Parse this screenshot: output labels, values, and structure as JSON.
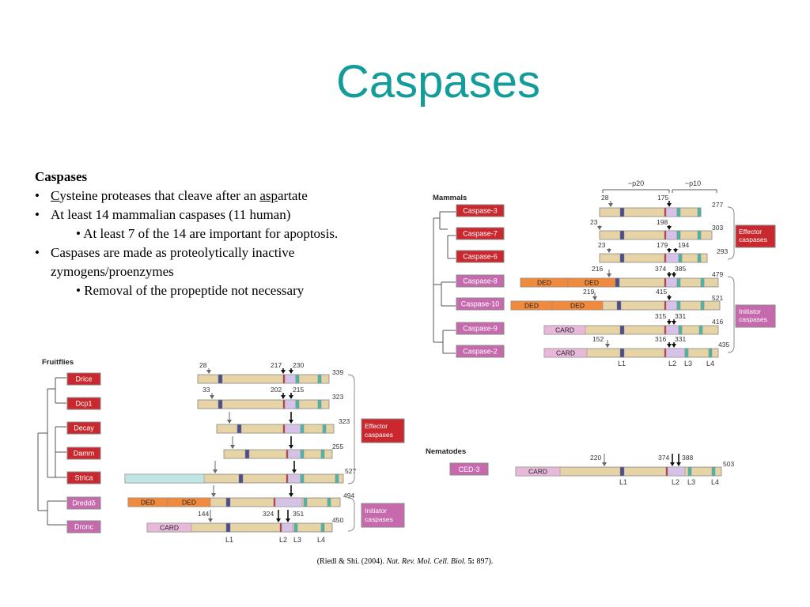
{
  "title": "Caspases",
  "text": {
    "heading": "Caspases",
    "bullet1_underlined_c": "C",
    "bullet1_mid": "ysteine proteases that cleave after an ",
    "bullet1_underlined_asp": "asp",
    "bullet1_end": "artate",
    "bullet2": "At least 14 mammalian caspases (11 human)",
    "sub1": "• At least 7 of the 14 are important for apoptosis.",
    "bullet3": "Caspases are made as proteolytically inactive zymogens/proenzymes",
    "sub2": "• Removal of the propeptide not necessary",
    "bullet_dot": "•"
  },
  "citation": {
    "prefix": "(Riedl & Shi. (2004). ",
    "journal": "Nat. Rev. Mol. Cell. Biol.",
    "volume": " 5:",
    "pages": " 897)."
  },
  "mammals": {
    "header": "Mammals",
    "p20": "~p20",
    "p10": "~p10",
    "names": [
      "Caspase-3",
      "Caspase-7",
      "Caspase-6",
      "Caspase-8",
      "Caspase-10",
      "Caspase-9",
      "Caspase-2"
    ],
    "lengths": [
      "277",
      "303",
      "293",
      "479",
      "521",
      "416",
      "435"
    ],
    "sites": [
      "28",
      "175",
      "23",
      "198",
      "23",
      "179",
      "194",
      "216",
      "374",
      "385",
      "219",
      "415",
      "315",
      "331",
      "152",
      "316",
      "331"
    ],
    "effector": "Effector caspases",
    "initiator": "Initiator caspases",
    "loops": [
      "L1",
      "L2",
      "L3",
      "L4"
    ],
    "domains": [
      "DED",
      "DED",
      "DED",
      "DED",
      "CARD",
      "CARD"
    ]
  },
  "fruitflies": {
    "header": "Fruitflies",
    "names": [
      "Drice",
      "Dcp1",
      "Decay",
      "Damm",
      "Strica",
      "Dreddδ",
      "Dronc"
    ],
    "lengths": [
      "339",
      "323",
      "323",
      "255",
      "527",
      "494",
      "450"
    ],
    "sites": [
      "28",
      "217",
      "230",
      "33",
      "202",
      "215",
      "144",
      "324",
      "351"
    ],
    "effector": "Effector caspases",
    "initiator": "Initiator caspases",
    "loops": [
      "L1",
      "L2",
      "L3",
      "L4"
    ],
    "domains": [
      "DED",
      "DED",
      "CARD"
    ]
  },
  "nematodes": {
    "header": "Nematodes",
    "name": "CED-3",
    "length": "503",
    "sites": [
      "220",
      "374",
      "388"
    ],
    "loops": [
      "L1",
      "L2",
      "L3",
      "L4"
    ],
    "domain": "CARD"
  },
  "colors": {
    "title": "#149c9a",
    "effector_box": "#c8282e",
    "initiator_box": "#c66aad",
    "tan": "#e6d3a6",
    "navy": "#4a4f8c",
    "red_line": "#c8282e",
    "lilac": "#d6c2e6",
    "teal": "#4ab6a7",
    "ded_orange": "#f08a3c",
    "card_pink": "#e7b8d9",
    "prodomain_cyan": "#bfe6e4"
  }
}
